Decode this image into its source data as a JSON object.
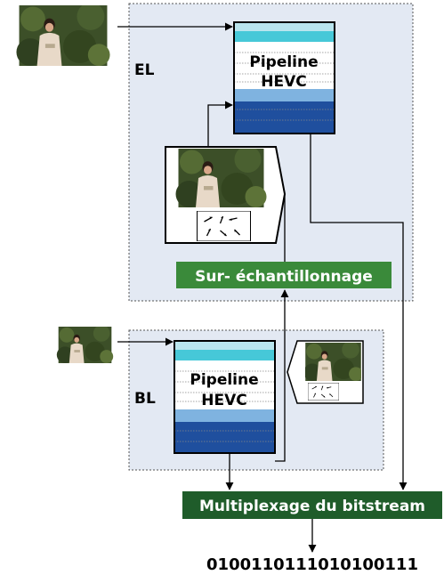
{
  "layers": {
    "enhancement": {
      "label": "EL"
    },
    "base": {
      "label": "BL"
    }
  },
  "pipeline": {
    "line1": "Pipeline",
    "line2": "HEVC"
  },
  "upsampling": {
    "label": "Sur- échantillonnage"
  },
  "multiplex": {
    "label": "Multiplexage du bitstream"
  },
  "bitstream": {
    "bits": "0100110111010100111"
  },
  "colors": {
    "layer_bg": "#e3e9f3",
    "pipeline_top": "#46c8d8",
    "pipeline_mid": "#7fb3e0",
    "pipeline_bottom": "#1f4f9e",
    "upsampling_bg": "#3a8a3a",
    "multiplex_bg": "#1f5c2a"
  },
  "icons": [
    "motion-vectors-icon",
    "photo-thumbnail"
  ]
}
